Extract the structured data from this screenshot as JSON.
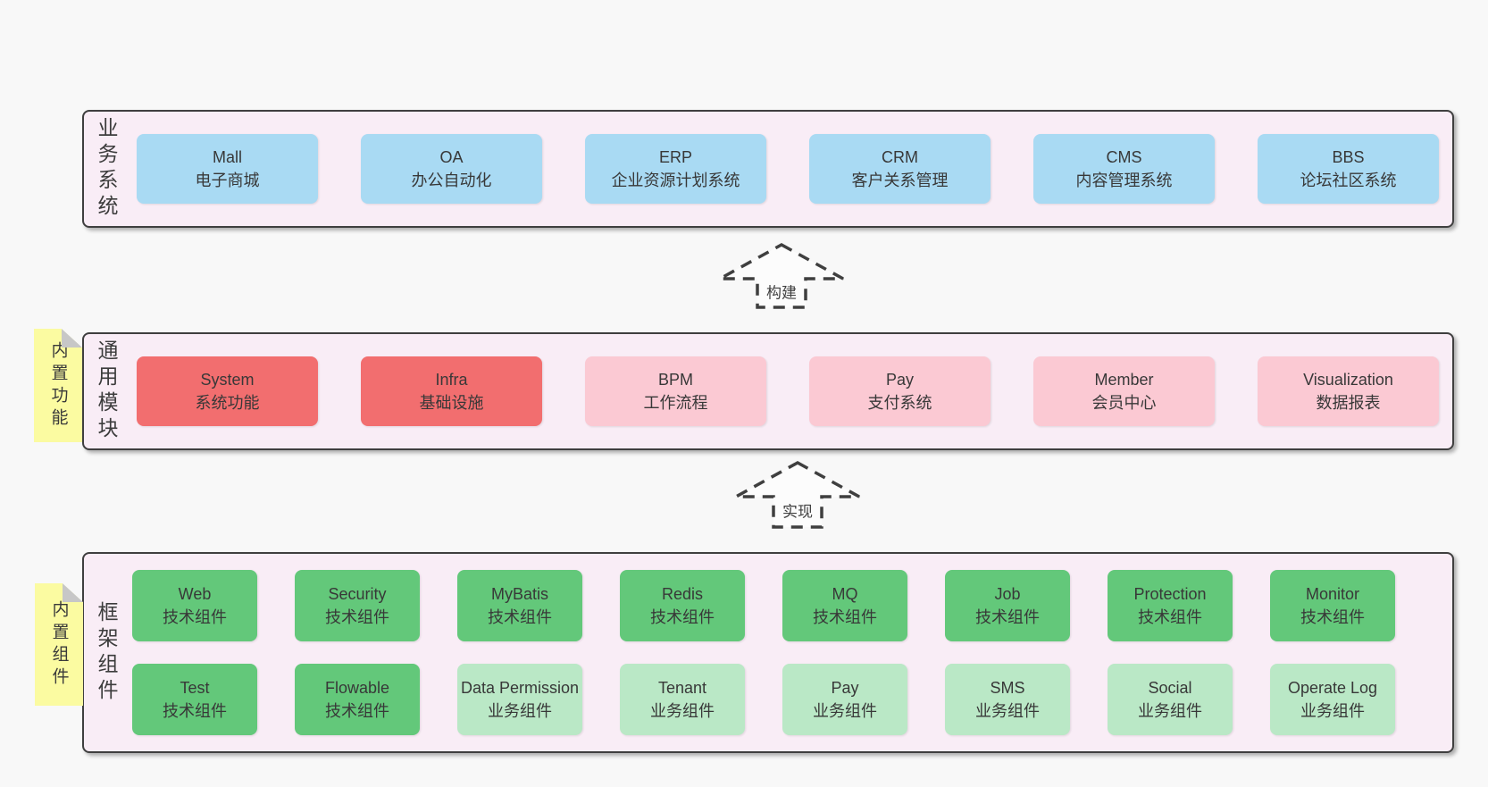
{
  "colors": {
    "page_bg": "#f8f8f8",
    "layer_bg": "#f9edf6",
    "line": "#3f3f3f",
    "blue": "#a9daf3",
    "red": "#f26e6f",
    "pink": "#fbc9d3",
    "green": "#63c87a",
    "lightgreen": "#bae8c6",
    "sticky": "#fbfba1",
    "fold": "#c7c7c7",
    "text": "#383838",
    "arrow_fill": "#fcfcfc"
  },
  "layers": [
    {
      "label": "业务系统",
      "boxes": [
        {
          "name": "Mall",
          "desc": "电子商城"
        },
        {
          "name": "OA",
          "desc": "办公自动化"
        },
        {
          "name": "ERP",
          "desc": "企业资源计划系统"
        },
        {
          "name": "CRM",
          "desc": "客户关系管理"
        },
        {
          "name": "CMS",
          "desc": "内容管理系统"
        },
        {
          "name": "BBS",
          "desc": "论坛社区系统"
        }
      ]
    },
    {
      "label": "通用模块",
      "sticky": "内置功能",
      "boxes": [
        {
          "name": "System",
          "desc": "系统功能"
        },
        {
          "name": "Infra",
          "desc": "基础设施"
        },
        {
          "name": "BPM",
          "desc": "工作流程"
        },
        {
          "name": "Pay",
          "desc": "支付系统"
        },
        {
          "name": "Member",
          "desc": "会员中心"
        },
        {
          "name": "Visualization",
          "desc": "数据报表"
        }
      ]
    },
    {
      "label": "框架组件",
      "sticky": "内置组件",
      "rows": [
        [
          {
            "name": "Web",
            "desc": "技术组件"
          },
          {
            "name": "Security",
            "desc": "技术组件"
          },
          {
            "name": "MyBatis",
            "desc": "技术组件"
          },
          {
            "name": "Redis",
            "desc": "技术组件"
          },
          {
            "name": "MQ",
            "desc": "技术组件"
          },
          {
            "name": "Job",
            "desc": "技术组件"
          },
          {
            "name": "Protection",
            "desc": "技术组件"
          },
          {
            "name": "Monitor",
            "desc": "技术组件"
          }
        ],
        [
          {
            "name": "Test",
            "desc": "技术组件"
          },
          {
            "name": "Flowable",
            "desc": "技术组件"
          },
          {
            "name": "Data Permission",
            "desc": "业务组件"
          },
          {
            "name": "Tenant",
            "desc": "业务组件"
          },
          {
            "name": "Pay",
            "desc": "业务组件"
          },
          {
            "name": "SMS",
            "desc": "业务组件"
          },
          {
            "name": "Social",
            "desc": "业务组件"
          },
          {
            "name": "Operate Log",
            "desc": "业务组件"
          }
        ]
      ]
    }
  ],
  "arrows": [
    {
      "label": "构建"
    },
    {
      "label": "实现"
    }
  ]
}
